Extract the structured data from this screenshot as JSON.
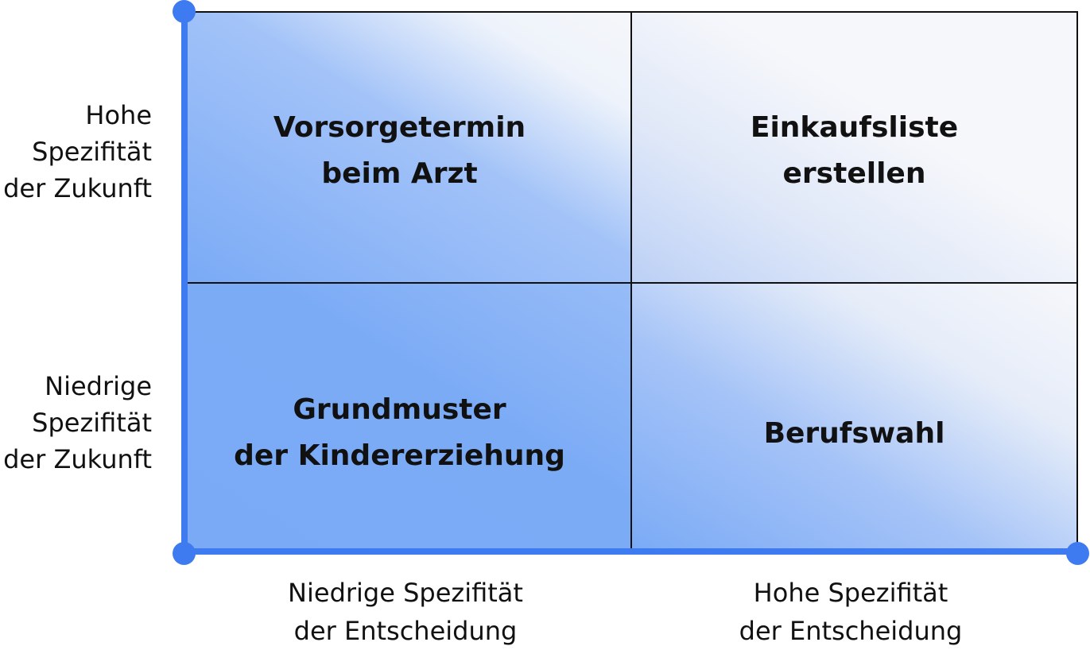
{
  "quadrants": {
    "top_left": [
      "Vorsorgetermin",
      "beim Arzt"
    ],
    "top_right": [
      "Einkaufsliste",
      "erstellen"
    ],
    "bottom_left": [
      "Grundmuster",
      "der Kindererziehung"
    ],
    "bottom_right": [
      "Berufswahl"
    ]
  },
  "y_axis": {
    "high": [
      "Hohe",
      "Spezifität",
      "der Zukunft"
    ],
    "low": [
      "Niedrige",
      "Spezifität",
      "der Zukunft"
    ]
  },
  "x_axis": {
    "low": [
      "Niedrige Spezifität",
      "der Entscheidung"
    ],
    "high": [
      "Hohe Spezifität",
      "der Entscheidung"
    ]
  },
  "colors": {
    "axis": "#3f7bf0",
    "gradient_blue": "#7aaaf6",
    "gradient_light": "#f6f7fb",
    "grid_line": "#111111"
  }
}
